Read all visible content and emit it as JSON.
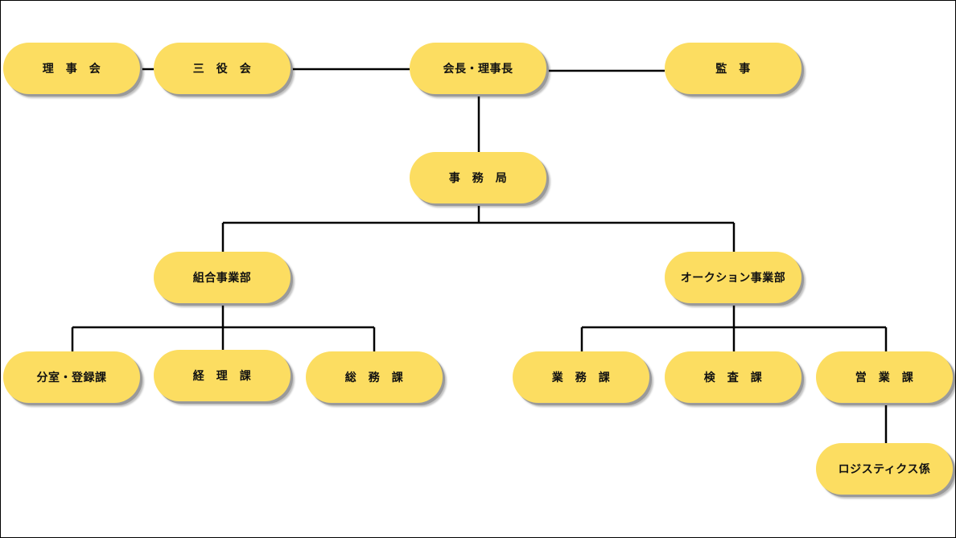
{
  "diagram": {
    "nodes": {
      "rijikai": "理　事　会",
      "sanyakukai": "三　役　会",
      "kaicho": "会長・理事長",
      "kanji": "監　事",
      "jimukyoku": "事　務　局",
      "kumiai": "組合事業部",
      "auction": "オークション事業部",
      "bunshitsu": "分室・登録課",
      "keiri": "経　理　課",
      "somu": "総　務　課",
      "gyomu": "業　務　課",
      "kensa": "検　査　課",
      "eigyo": "営　業　課",
      "logistics": "ロジスティクス係"
    },
    "colors": {
      "node_fill": "#fcdd61",
      "line": "#000000"
    }
  }
}
